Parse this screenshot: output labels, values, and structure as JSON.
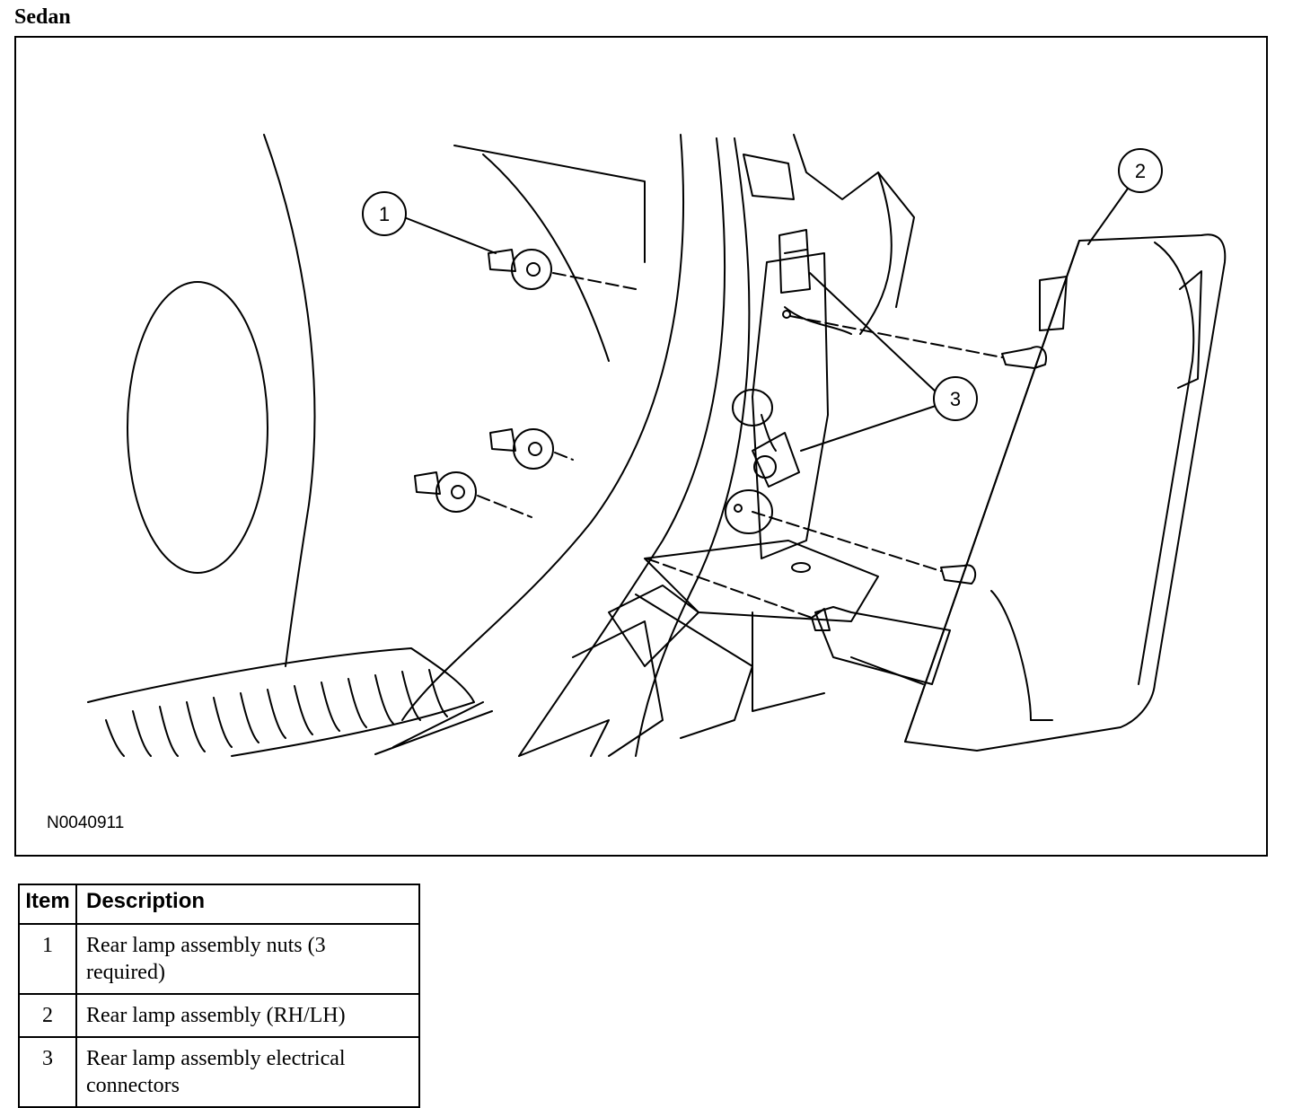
{
  "title": "Sedan",
  "figure": {
    "id": "N0040911",
    "callouts": [
      "1",
      "2",
      "3"
    ]
  },
  "legend": {
    "headers": {
      "item": "Item",
      "description": "Description"
    },
    "rows": [
      {
        "item": "1",
        "description": "Rear lamp assembly nuts (3 required)"
      },
      {
        "item": "2",
        "description": "Rear lamp assembly (RH/LH)"
      },
      {
        "item": "3",
        "description": "Rear lamp assembly electrical connectors"
      }
    ]
  }
}
